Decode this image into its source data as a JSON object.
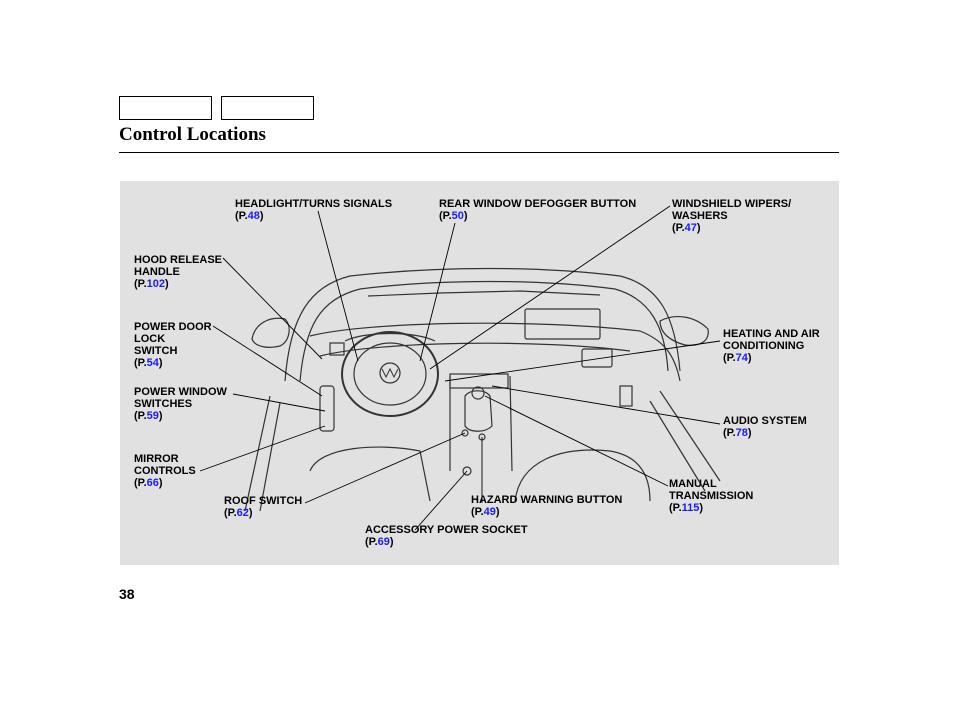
{
  "header": {
    "nav_tabs": [
      "",
      ""
    ],
    "title": "Control Locations"
  },
  "callouts": {
    "headlight": {
      "lines": [
        "HEADLIGHT/TURNS SIGNALS"
      ],
      "ref_prefix": "(P.",
      "ref_num": "48",
      "ref_suffix": ")"
    },
    "defogger": {
      "lines": [
        "REAR WINDOW DEFOGGER BUTTON"
      ],
      "ref_prefix": "(P.",
      "ref_num": "50",
      "ref_suffix": ")"
    },
    "wipers": {
      "lines": [
        "WINDSHIELD WIPERS/",
        "WASHERS"
      ],
      "ref_prefix": "(P.",
      "ref_num": "47",
      "ref_suffix": ")"
    },
    "hood": {
      "lines": [
        "HOOD RELEASE",
        "HANDLE"
      ],
      "ref_prefix": "(P.",
      "ref_num": "102",
      "ref_suffix": ")"
    },
    "doorlock": {
      "lines": [
        "POWER DOOR",
        "LOCK",
        "SWITCH"
      ],
      "ref_prefix": "(P.",
      "ref_num": "54",
      "ref_suffix": ")"
    },
    "window": {
      "lines": [
        "POWER WINDOW",
        "SWITCHES"
      ],
      "ref_prefix": "(P.",
      "ref_num": "59",
      "ref_suffix": ")"
    },
    "mirror": {
      "lines": [
        "MIRROR",
        "CONTROLS"
      ],
      "ref_prefix": "(P.",
      "ref_num": "66",
      "ref_suffix": ")"
    },
    "roof": {
      "lines": [
        "ROOF SWITCH"
      ],
      "ref_prefix": "(P.",
      "ref_num": "62",
      "ref_suffix": ")"
    },
    "accessory": {
      "lines": [
        "ACCESSORY POWER SOCKET"
      ],
      "ref_prefix": "(P.",
      "ref_num": "69",
      "ref_suffix": ")"
    },
    "hazard": {
      "lines": [
        "HAZARD WARNING BUTTON"
      ],
      "ref_prefix": "(P.",
      "ref_num": "49",
      "ref_suffix": ")"
    },
    "heating": {
      "lines": [
        "HEATING AND AIR",
        "CONDITIONING"
      ],
      "ref_prefix": "(P.",
      "ref_num": "74",
      "ref_suffix": ")"
    },
    "audio": {
      "lines": [
        "AUDIO SYSTEM"
      ],
      "ref_prefix": "(P.",
      "ref_num": "78",
      "ref_suffix": ")"
    },
    "transmission": {
      "lines": [
        "MANUAL",
        "TRANSMISSION"
      ],
      "ref_prefix": "(P.",
      "ref_num": "115",
      "ref_suffix": ")"
    }
  },
  "footer": {
    "page_number": "38"
  },
  "colors": {
    "panel_bg": "#e1e1e1",
    "page_ref": "#1a1aff",
    "text": "#000000"
  }
}
